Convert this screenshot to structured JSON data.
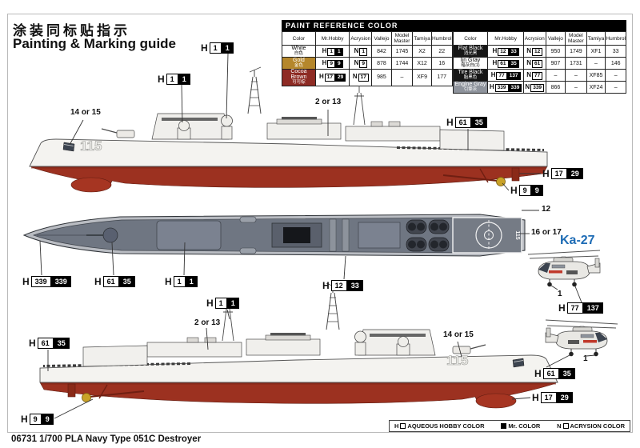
{
  "page": {
    "title_cn": "涂装同标贴指示",
    "title_en": "Painting & Marking guide",
    "footer": "06731 1/700 PLA Navy Type 051C Destroyer",
    "hull_number": "115",
    "ka27_label": "Ka-27"
  },
  "colors": {
    "hull_red": "#9c3120",
    "deck_gray": "#6f7682",
    "gold": "#c9a227",
    "ka27_blue": "#1e6cb5"
  },
  "legend": {
    "h_prefix": "H",
    "n_prefix": "N",
    "aqueous": "AQUEOUS HOBBY COLOR",
    "mr": "Mr. COLOR",
    "acrysion": "ACRYSION COLOR"
  },
  "chips": {
    "prefix": "H",
    "white": {
      "a": "1",
      "b": "1"
    },
    "gold": {
      "a": "9",
      "b": "9"
    },
    "hull_red": {
      "a": "17",
      "b": "29"
    },
    "navy_gray": {
      "a": "61",
      "b": "35"
    },
    "flat_black": {
      "a": "12",
      "b": "33"
    },
    "tire_black": {
      "a": "77",
      "b": "137"
    },
    "engine_gray": {
      "a": "339",
      "b": "339"
    }
  },
  "decals": {
    "d12": "12",
    "d16_17": "16 or 17",
    "d2_13": "2 or 13",
    "d14_15": "14 or 15",
    "d1": "1"
  },
  "paint_table": {
    "title": "PAINT REFERENCE COLOR",
    "headers": [
      "Color",
      "Mr.Hobby",
      "Acrysion",
      "Vallejo",
      "Model Master",
      "Tamiya",
      "Humbrol"
    ],
    "rows": [
      {
        "en": "White",
        "cn": "白色",
        "h": "1",
        "c": "1",
        "n": "1",
        "vallejo": "842",
        "mm": "1745",
        "tamiya": "X2",
        "humbrol": "22",
        "bg": "#ffffff",
        "fg": "#000000"
      },
      {
        "en": "Gold",
        "cn": "金色",
        "h": "9",
        "c": "9",
        "n": "9",
        "vallejo": "878",
        "mm": "1744",
        "tamiya": "X12",
        "humbrol": "16",
        "bg": "#b5872c",
        "fg": "#ffffff"
      },
      {
        "en": "Cocoa Brown",
        "cn": "可可棕",
        "h": "17",
        "c": "29",
        "n": "17",
        "vallejo": "985",
        "mm": "–",
        "tamiya": "XF9",
        "humbrol": "177",
        "bg": "#8e2b24",
        "fg": "#ffffff"
      },
      {
        "en": "Flat Black",
        "cn": "消光黑",
        "h": "12",
        "c": "33",
        "n": "12",
        "vallejo": "950",
        "mm": "1749",
        "tamiya": "XF1",
        "humbrol": "33",
        "bg": "#161616",
        "fg": "#ffffff"
      },
      {
        "en": "Ijn Gray",
        "cn": "暗灰白(1)",
        "h": "61",
        "c": "35",
        "n": "61",
        "vallejo": "907",
        "mm": "1731",
        "tamiya": "–",
        "humbrol": "146",
        "bg": "#ffffff",
        "fg": "#000000"
      },
      {
        "en": "Tire Black",
        "cn": "胎黑色",
        "h": "77",
        "c": "137",
        "n": "77",
        "vallejo": "–",
        "mm": "–",
        "tamiya": "XF85",
        "humbrol": "–",
        "bg": "#161616",
        "fg": "#ffffff"
      },
      {
        "en": "Engine Gray",
        "cn": "引擎灰",
        "h": "339",
        "c": "339",
        "n": "339",
        "vallejo": "866",
        "mm": "–",
        "tamiya": "XF24",
        "humbrol": "–",
        "bg": "#8e939c",
        "fg": "#ffffff"
      }
    ]
  }
}
